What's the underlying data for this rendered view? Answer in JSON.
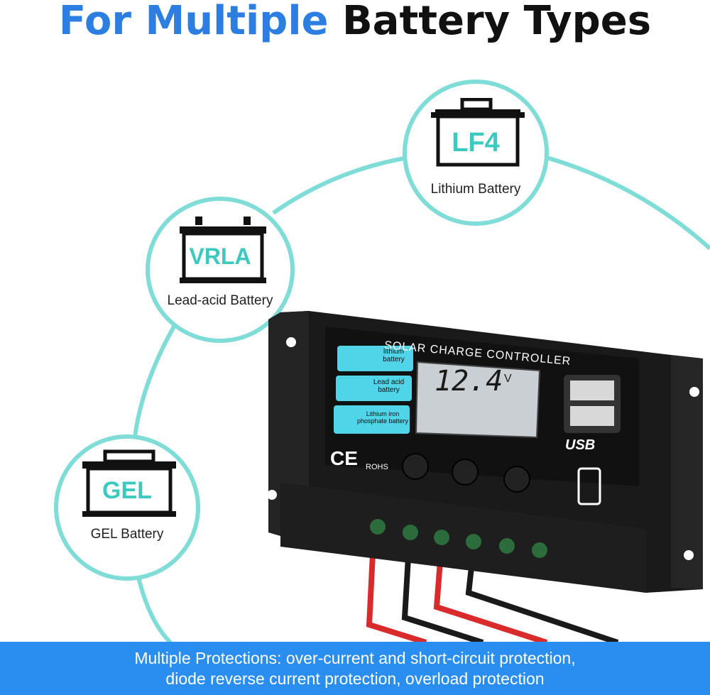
{
  "title": {
    "part1": "For Multiple",
    "part2": "Battery Types"
  },
  "batteries": [
    {
      "code": "LF4",
      "label": "Lithium Battery"
    },
    {
      "code": "VRLA",
      "label": "Lead-acid Battery"
    },
    {
      "code": "GEL",
      "label": "GEL Battery"
    }
  ],
  "controller": {
    "heading": "SOLAR CHARGE CONTROLLER",
    "modes": [
      "lithium\nbattery",
      "Lead acid\nbattery",
      "Lithium iron\nphosphate battery"
    ],
    "lcd_value": "12.4",
    "lcd_unit": "V",
    "usb_label": "USB",
    "ce_mark": "CE",
    "rohs_mark": "ROHS"
  },
  "footer": {
    "line1": "Multiple Protections: over-current and short-circuit protection,",
    "line2": "diode reverse current protection, overload protection"
  },
  "colors": {
    "accent_blue": "#2c7ee0",
    "teal": "#7fdcd6",
    "footer_blue": "#2a8ef0",
    "cyan_label": "#4fd4e8"
  }
}
